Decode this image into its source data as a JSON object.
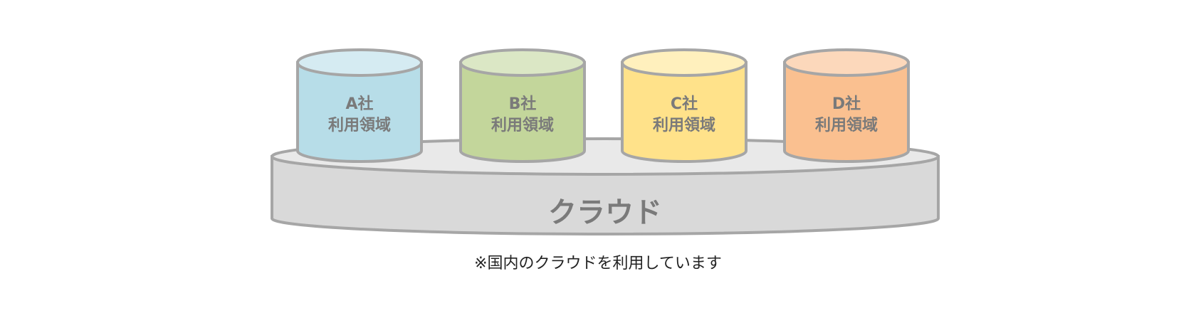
{
  "colors": {
    "outline": "#a6a6a6",
    "label_text": "#7a7a7a",
    "note_text": "#222222",
    "platform_top": "#e9e9e9",
    "platform_side": "#d9d9d9"
  },
  "platform": {
    "label": "クラウド"
  },
  "databases": [
    {
      "name": "A社",
      "subtitle": "利用領域",
      "fill": "#b7dde8",
      "top_fill": "#d5ebf2"
    },
    {
      "name": "B社",
      "subtitle": "利用領域",
      "fill": "#c3d69b",
      "top_fill": "#dbe7c5"
    },
    {
      "name": "C社",
      "subtitle": "利用領域",
      "fill": "#ffe28a",
      "top_fill": "#fff0bd"
    },
    {
      "name": "D社",
      "subtitle": "利用領域",
      "fill": "#fac090",
      "top_fill": "#fcd8bb"
    }
  ],
  "note": "※国内のクラウドを利用しています"
}
